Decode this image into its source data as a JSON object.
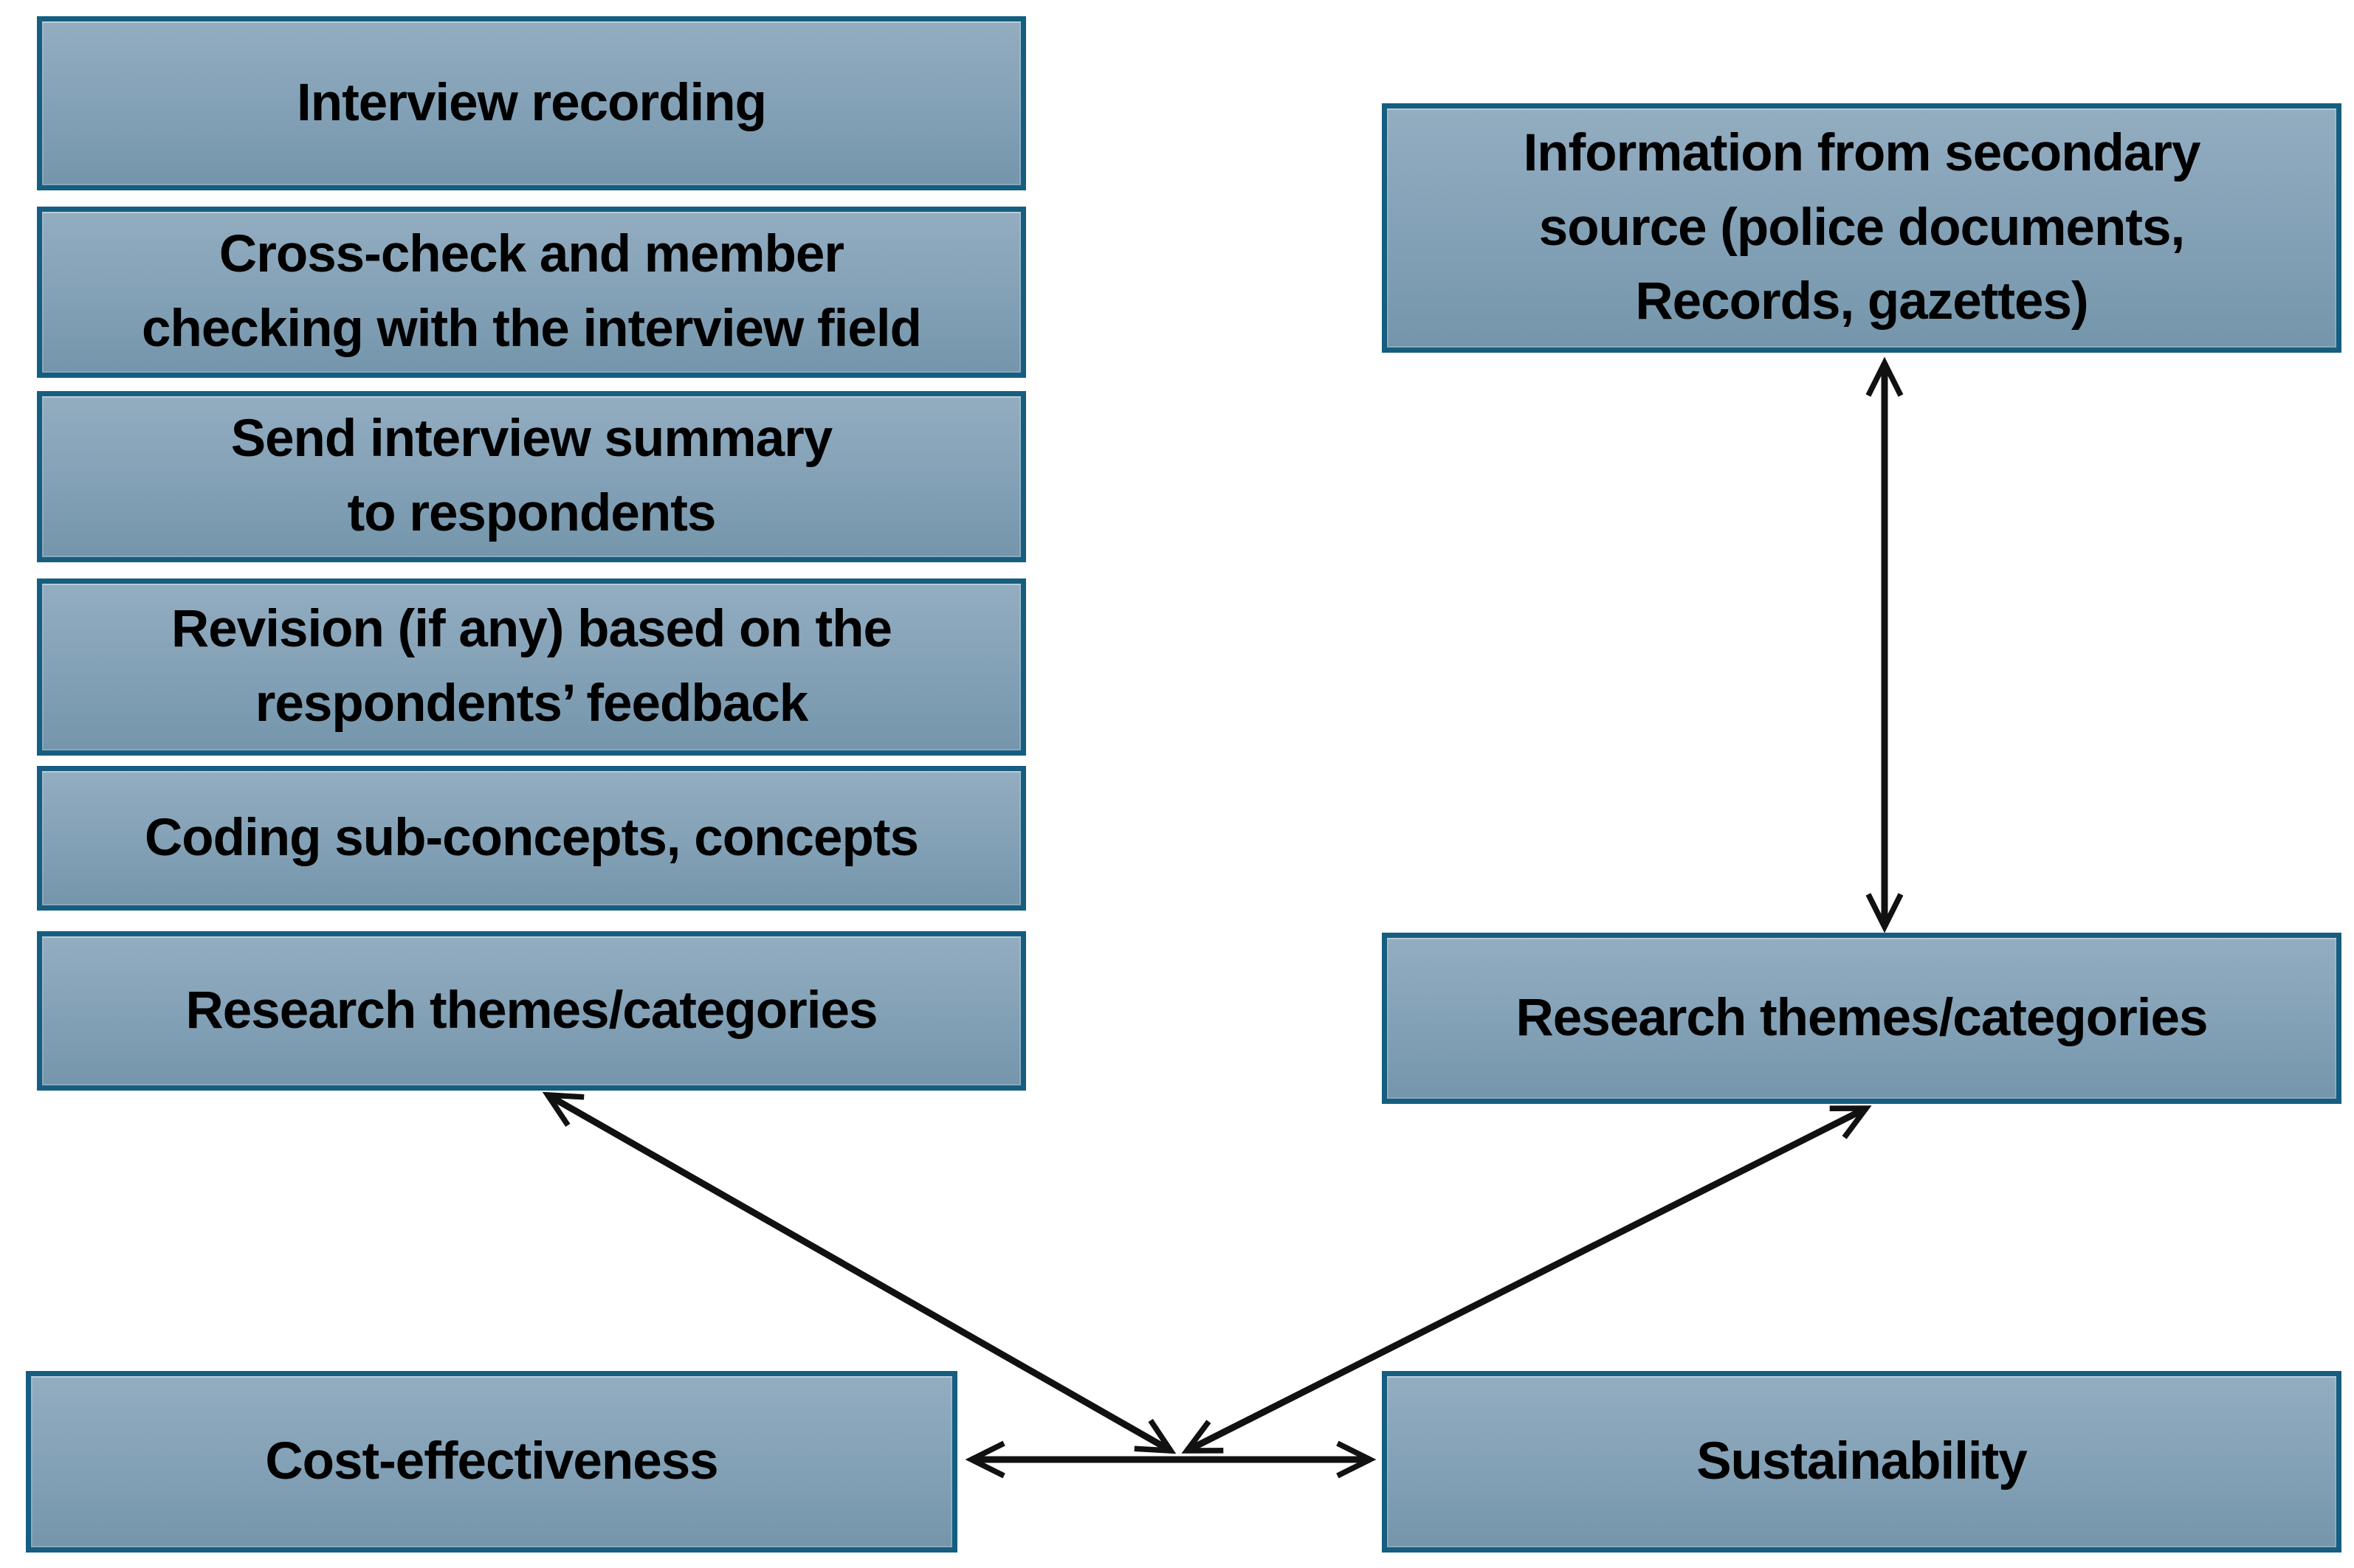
{
  "colors": {
    "box_fill_top": "#93adc0",
    "box_fill_bottom": "#7495ab",
    "box_border": "#155e80",
    "arrow": "#111111",
    "text": "#000000",
    "background": "#ffffff"
  },
  "boxes": {
    "left": [
      "Interview recording",
      "Cross-check and member\nchecking with the interview field",
      "Send interview summary\nto respondents",
      "Revision (if any) based on the\nrespondents’ feedback",
      "Coding sub-concepts, concepts",
      "Research themes/categories"
    ],
    "right_top": "Information from secondary\nsource (police documents,\nRecords, gazettes)",
    "right_middle": "Research themes/categories",
    "bottom_left": "Cost-effectiveness",
    "bottom_right": "Sustainability"
  },
  "arrows": [
    {
      "from": "information-from-secondary-source",
      "to": "research-themes-categories-right",
      "type": "double-headed"
    },
    {
      "from": "research-themes-categories-left",
      "to": "bottom-junction",
      "type": "double-headed"
    },
    {
      "from": "research-themes-categories-right",
      "to": "bottom-junction",
      "type": "double-headed"
    },
    {
      "from": "cost-effectiveness",
      "to": "sustainability",
      "type": "double-headed"
    }
  ]
}
